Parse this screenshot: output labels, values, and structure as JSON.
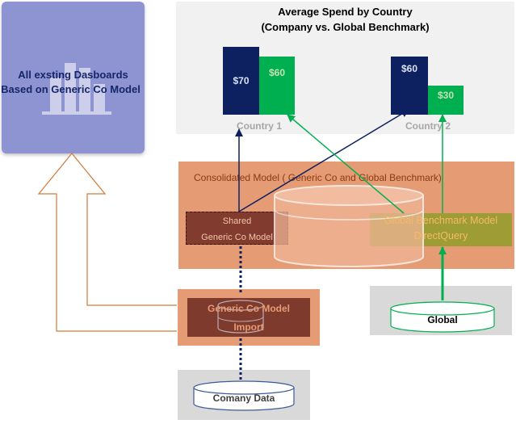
{
  "dashboards": {
    "line1": "All exsting Dasboards",
    "line2": "Based on Generic Co Model"
  },
  "chart": {
    "title_line1": "Average Spend by Country",
    "title_line2": "(Company vs. Global Benchmark)"
  },
  "chart_data": {
    "type": "bar",
    "categories": [
      "Country 1",
      "Country 2"
    ],
    "series": [
      {
        "values": [
          70,
          60
        ],
        "labels": [
          "$70",
          "$60"
        ]
      },
      {
        "values": [
          60,
          30
        ],
        "labels": [
          "$60",
          "$30"
        ]
      }
    ],
    "title": "Average Spend by Country",
    "subtitle": "(Company vs. Global Benchmark)",
    "colors": [
      "#0d2060",
      "#00b050"
    ]
  },
  "consolidated": {
    "title": "Consolidated  Model ( Generic Co and Global Benchmark)"
  },
  "shared": {
    "line1": "Shared",
    "line2": "Generic Co Model"
  },
  "global_model": {
    "line1": "Global Benchmark Model",
    "line2": "DirectQuery"
  },
  "import_model": {
    "line1": "Generic Co Model",
    "line2": "Import"
  },
  "global_source": {
    "label": "Global"
  },
  "company_source": {
    "label": "Comany Data"
  },
  "colors": {
    "dash_tile": "#8e94d1",
    "navy": "#0d2060",
    "green": "#00b050",
    "orange": "#e59b74",
    "brown": "#7e3a2c",
    "olive": "#9e9c34"
  }
}
